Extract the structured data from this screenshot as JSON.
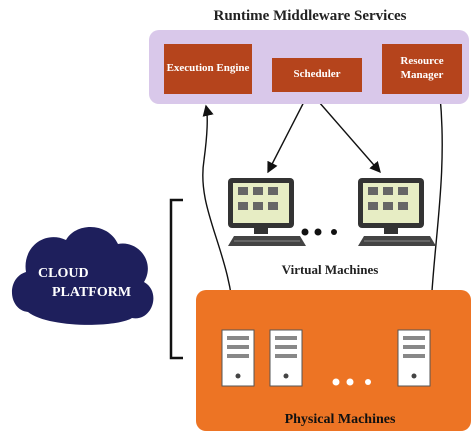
{
  "title": "Runtime Middleware Services",
  "components": {
    "execution_engine": "Execution Engine",
    "scheduler": "Scheduler",
    "resource_manager": "Resource Manager"
  },
  "virtual_machines_label": "Virtual Machines",
  "physical_machines_label": "Physical Machines",
  "cloud": {
    "line1": "CLOUD",
    "line2": "PLATFORM"
  },
  "colors": {
    "middleware_bg": "#d9c8ea",
    "component": "#b5441c",
    "physical_bg": "#ed7424",
    "cloud": "#1e1f5c"
  }
}
